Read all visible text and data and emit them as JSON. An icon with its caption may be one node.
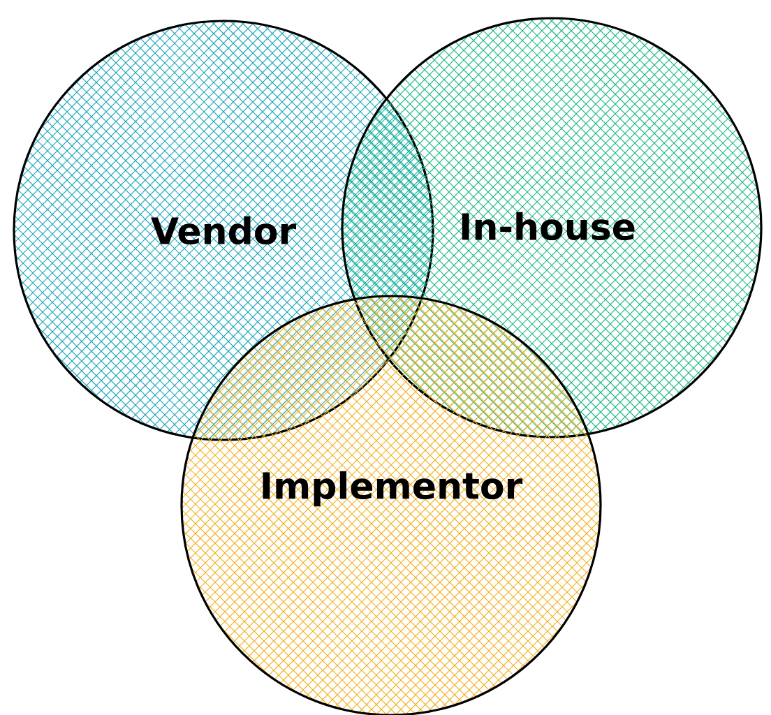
{
  "diagram": {
    "nodes": [
      {
        "text": [
          "Vendor"
        ]
      },
      {
        "text": [
          "In-house"
        ]
      },
      {
        "text": [
          "Implementor"
        ]
      }
    ]
  }
}
